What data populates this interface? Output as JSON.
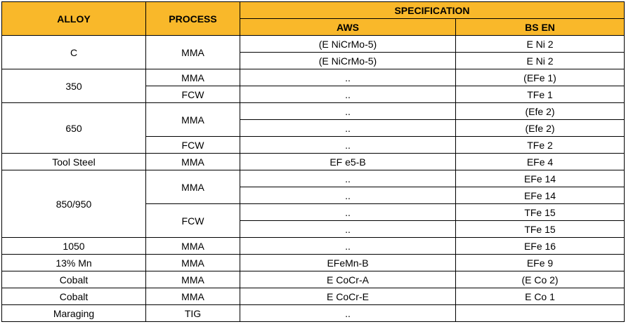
{
  "header": {
    "alloy": "ALLOY",
    "process": "PROCESS",
    "specification": "SPECIFICATION",
    "aws": "AWS",
    "bs_en": "BS EN"
  },
  "groups": [
    {
      "alloy": "C",
      "processes": [
        {
          "process": "MMA",
          "rows": [
            {
              "aws": "(E NiCrMo-5)",
              "bsen": "E Ni 2"
            },
            {
              "aws": "(E NiCrMo-5)",
              "bsen": "E Ni 2"
            }
          ]
        }
      ]
    },
    {
      "alloy": "350",
      "processes": [
        {
          "process": "MMA",
          "rows": [
            {
              "aws": "..",
              "bsen": "(EFe 1)"
            }
          ]
        },
        {
          "process": "FCW",
          "rows": [
            {
              "aws": "..",
              "bsen": "TFe 1"
            }
          ]
        }
      ]
    },
    {
      "alloy": "650",
      "processes": [
        {
          "process": "MMA",
          "rows": [
            {
              "aws": "..",
              "bsen": "(Efe 2)"
            },
            {
              "aws": "..",
              "bsen": "(Efe 2)"
            }
          ]
        },
        {
          "process": "FCW",
          "rows": [
            {
              "aws": "..",
              "bsen": "TFe 2"
            }
          ]
        }
      ]
    },
    {
      "alloy": "Tool Steel",
      "processes": [
        {
          "process": "MMA",
          "rows": [
            {
              "aws": "EF e5-B",
              "bsen": "EFe 4"
            }
          ]
        }
      ]
    },
    {
      "alloy": "850/950",
      "processes": [
        {
          "process": "MMA",
          "rows": [
            {
              "aws": "..",
              "bsen": "EFe 14"
            },
            {
              "aws": "..",
              "bsen": "EFe 14"
            }
          ]
        },
        {
          "process": "FCW",
          "rows": [
            {
              "aws": "..",
              "bsen": "TFe 15"
            },
            {
              "aws": "..",
              "bsen": "TFe 15"
            }
          ]
        }
      ]
    },
    {
      "alloy": "1050",
      "processes": [
        {
          "process": "MMA",
          "rows": [
            {
              "aws": "..",
              "bsen": "EFe 16"
            }
          ]
        }
      ]
    },
    {
      "alloy": "13% Mn",
      "processes": [
        {
          "process": "MMA",
          "rows": [
            {
              "aws": "EFeMn-B",
              "bsen": "EFe 9"
            }
          ]
        }
      ]
    },
    {
      "alloy": "Cobalt",
      "processes": [
        {
          "process": "MMA",
          "rows": [
            {
              "aws": "E CoCr-A",
              "bsen": "(E Co 2)"
            }
          ]
        }
      ]
    },
    {
      "alloy": "Cobalt",
      "processes": [
        {
          "process": "MMA",
          "rows": [
            {
              "aws": "E CoCr-E",
              "bsen": "E Co 1"
            }
          ]
        }
      ]
    },
    {
      "alloy": "Maraging",
      "processes": [
        {
          "process": "TIG",
          "rows": [
            {
              "aws": "..",
              "bsen": ""
            }
          ]
        }
      ]
    }
  ],
  "colors": {
    "header_bg": "#f9b82a",
    "border": "#000000"
  }
}
